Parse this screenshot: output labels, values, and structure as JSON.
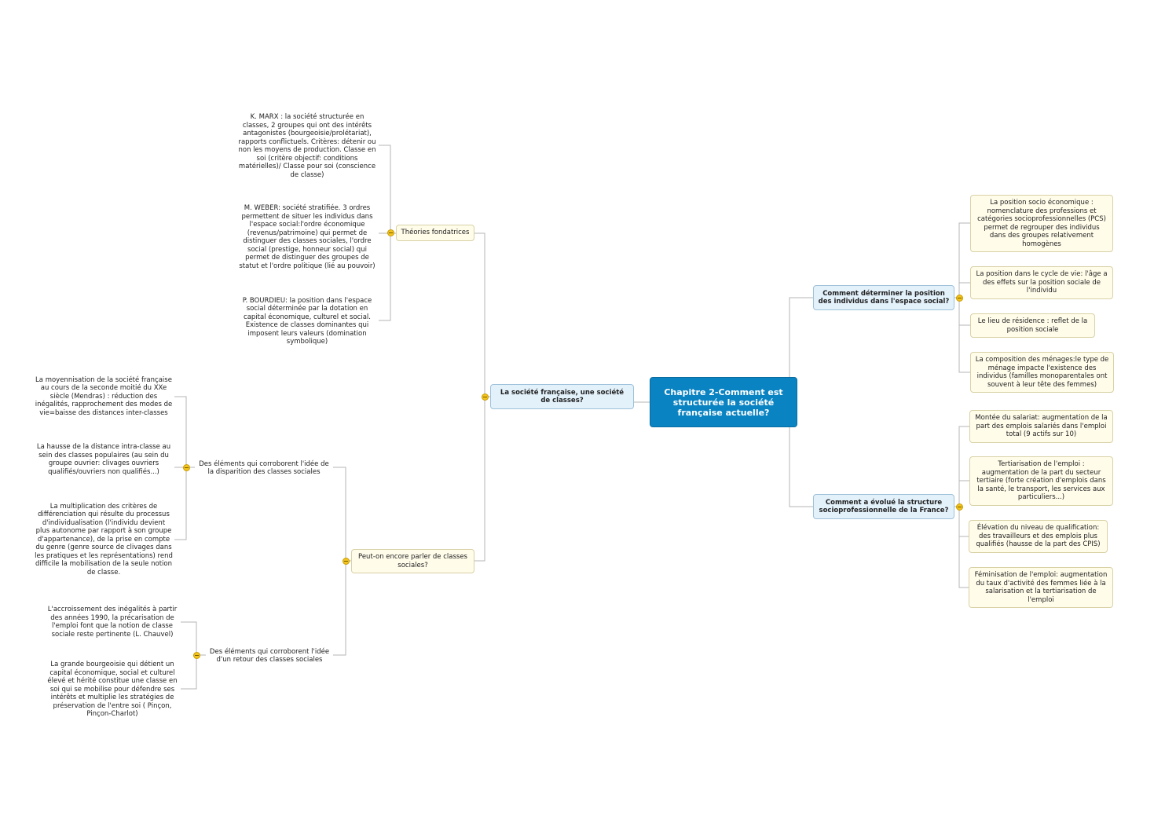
{
  "central": "Chapitre 2-Comment est structurée la société française actuelle?",
  "left": {
    "main": "La société française, une société de classes?",
    "theories": {
      "label": "Théories fondatrices",
      "items": [
        "K. MARX : la société structurée en classes, 2 groupes qui ont des intérêts antagonistes (bourgeoisie/prolétariat), rapports conflictuels. Critères: détenir ou non les moyens de production. Classe en soi (critère objectif: conditions matérielles)/ Classe pour soi (conscience de classe)",
        "M. WEBER: société stratifiée. 3 ordres permettent de situer les individus dans l'espace social:l'ordre économique (revenus/patrimoine) qui permet de distinguer des classes sociales, l'ordre social (prestige, honneur social) qui permet de distinguer des groupes de statut et l'ordre politique (lié au pouvoir)",
        "P. BOURDIEU: la position dans l'espace social déterminée par la dotation en capital économique, culturel et social. Existence de classes dominantes qui imposent leurs valeurs (domination symbolique)"
      ]
    },
    "peut_on": {
      "label": "Peut-on encore parler de classes sociales?",
      "disparition": {
        "label": "Des éléments qui corroborent l'idée de la disparition des classes sociales",
        "items": [
          "La moyennisation de la société française au cours de la seconde moitié du XXe siècle (Mendras) : réduction des inégalités, rapprochement des modes de vie=baisse des distances inter-classes",
          "La hausse de la distance intra-classe au sein des classes populaires (au sein du groupe ouvrier: clivages ouvriers qualifiés/ouvriers non qualifiés...)",
          "La multiplication des critères de différenciation qui résulte du processus d'individualisation (l'individu devient plus autonome par rapport à son groupe d'appartenance), de la prise en compte du genre (genre source de clivages dans les pratiques et les représentations) rend difficile la mobilisation de la seule notion de classe."
        ]
      },
      "retour": {
        "label": "Des éléments qui corroborent l'idée d'un retour des classes sociales",
        "items": [
          "L'accroissement des inégalités à partir des années 1990, la précarisation de l'emploi font que la notion de classe sociale reste pertinente (L. Chauvel)",
          "La grande bourgeoisie qui détient un capital économique, social et culturel élevé et hérité constitue une classe en soi qui se mobilise pour défendre ses intérêts et multiplie les stratégies de préservation de l'entre soi ( Pinçon, Pinçon-Charlot)"
        ]
      }
    }
  },
  "right": {
    "position": {
      "label": "Comment déterminer la position des individus dans l'espace social?",
      "items": [
        "La position socio économique : nomenclature des professions et catégories socioprofessionnelles (PCS) permet de regrouper des individus dans des groupes relativement homogènes",
        "La position dans le cycle de vie: l'âge a des effets sur la position sociale de l'individu",
        "Le lieu de résidence : reflet de la position sociale",
        "La composition des ménages:le type de ménage impacte l'existence des individus (familles monoparentales ont souvent à leur tête des femmes)"
      ]
    },
    "evolution": {
      "label": "Comment a évolué la structure socioprofessionnelle de la France?",
      "items": [
        "Montée du salariat: augmentation de la part des emplois salariés dans l'emploi total (9 actifs sur 10)",
        "Tertiarisation de l'emploi : augmentation de la part du secteur tertiaire (forte création d'emplois dans la santé, le transport, les services aux particuliers...)",
        "Élévation du niveau de qualification: des travailleurs et des emplois plus qualifiés (hausse de la part des CPIS)",
        "Féminisation de l'emploi: augmentation du taux d'activité des femmes liée à la salarisation et la tertiarisation de l'emploi"
      ]
    }
  }
}
